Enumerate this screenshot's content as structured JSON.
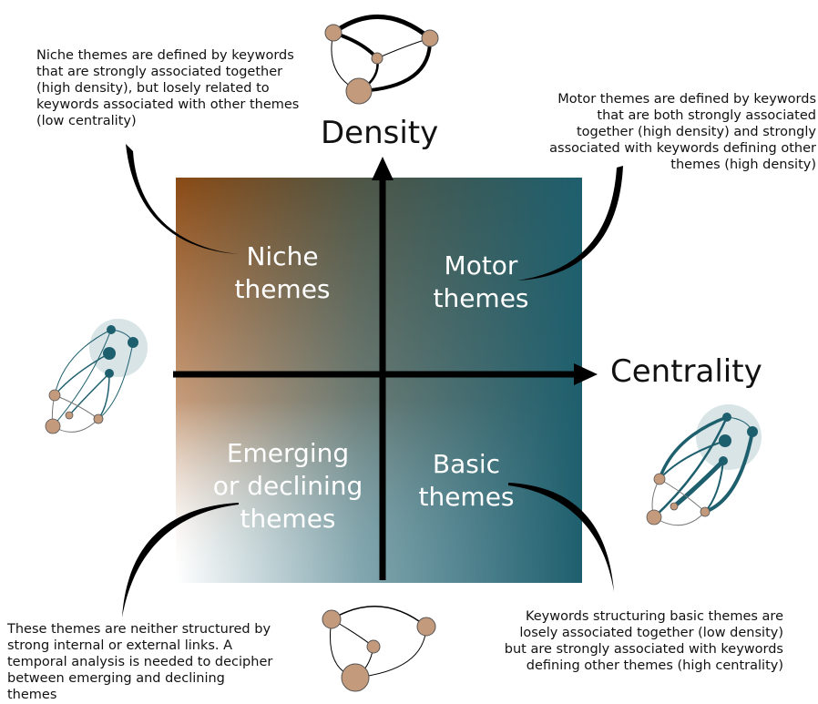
{
  "axes": {
    "y_label": "Density",
    "x_label": "Centrality"
  },
  "quadrants": {
    "niche": "Niche\nthemes",
    "motor": "Motor\nthemes",
    "emerging": "Emerging\nor declining\nthemes",
    "basic": "Basic\nthemes"
  },
  "notes": {
    "niche": "Niche themes are defined by keywords\nthat are strongly associated together\n(high density), but losely related to\nkeywords associated with other themes\n(low centrality)",
    "motor": "Motor themes are defined by keywords\nthat are both strongly associated\ntogether (high density) and strongly\nassociated with keywords defining other\nthemes (high density)",
    "emerging": "These themes are neither structured by\nstrong internal or external links. A\ntemporal analysis is needed to decipher\nbetween emerging and declining\nthemes",
    "basic": "Keywords structuring basic themes are\nlosely associated together (low density)\nbut are strongly associated with keywords\ndefining other themes (high centrality)"
  },
  "colors": {
    "brown": "#8a4a14",
    "teal": "#1e5f6e",
    "node_tan": "#c49a7c",
    "node_teal": "#1e5f6e",
    "halo": "#d8e4e6",
    "axis": "#000000"
  }
}
